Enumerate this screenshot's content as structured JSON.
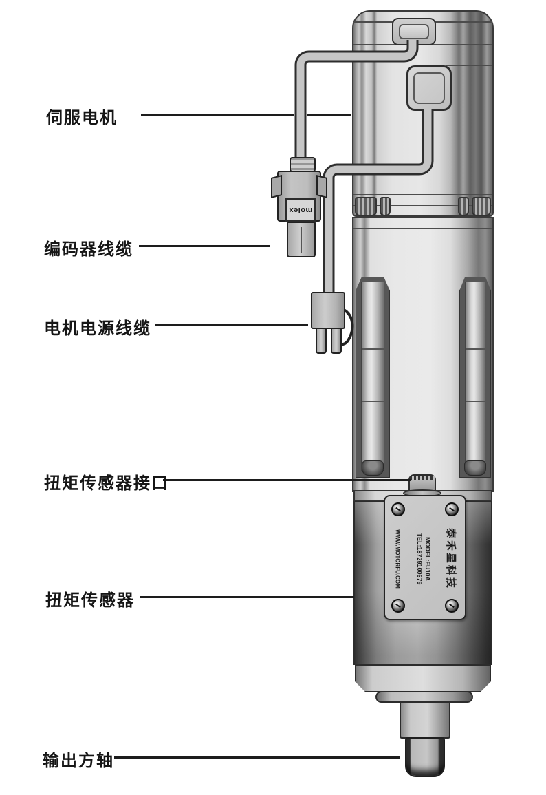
{
  "diagram": {
    "labels": [
      {
        "text": "伺服电机",
        "target": "servo-motor"
      },
      {
        "text": "编码器线缆",
        "target": "encoder-cable"
      },
      {
        "text": "电机电源线缆",
        "target": "motor-power-cable"
      },
      {
        "text": "扭矩传感器接口",
        "target": "torque-sensor-interface"
      },
      {
        "text": "扭矩传感器",
        "target": "torque-sensor"
      },
      {
        "text": "输出方轴",
        "target": "output-square-shaft"
      }
    ],
    "molex_text": "molex",
    "nameplate": {
      "website": "WWW.MOTORFU.COM",
      "model_line": "MODEL:FU10A",
      "tel_line": "TEL:18729100679",
      "brand": "泰禾星科技"
    },
    "colors": {
      "background": "#ffffff",
      "line": "#1d1d1d",
      "metal_light": "#e7e7e7",
      "metal_mid": "#b5b5b5",
      "metal_dark": "#3a3a3a"
    }
  }
}
